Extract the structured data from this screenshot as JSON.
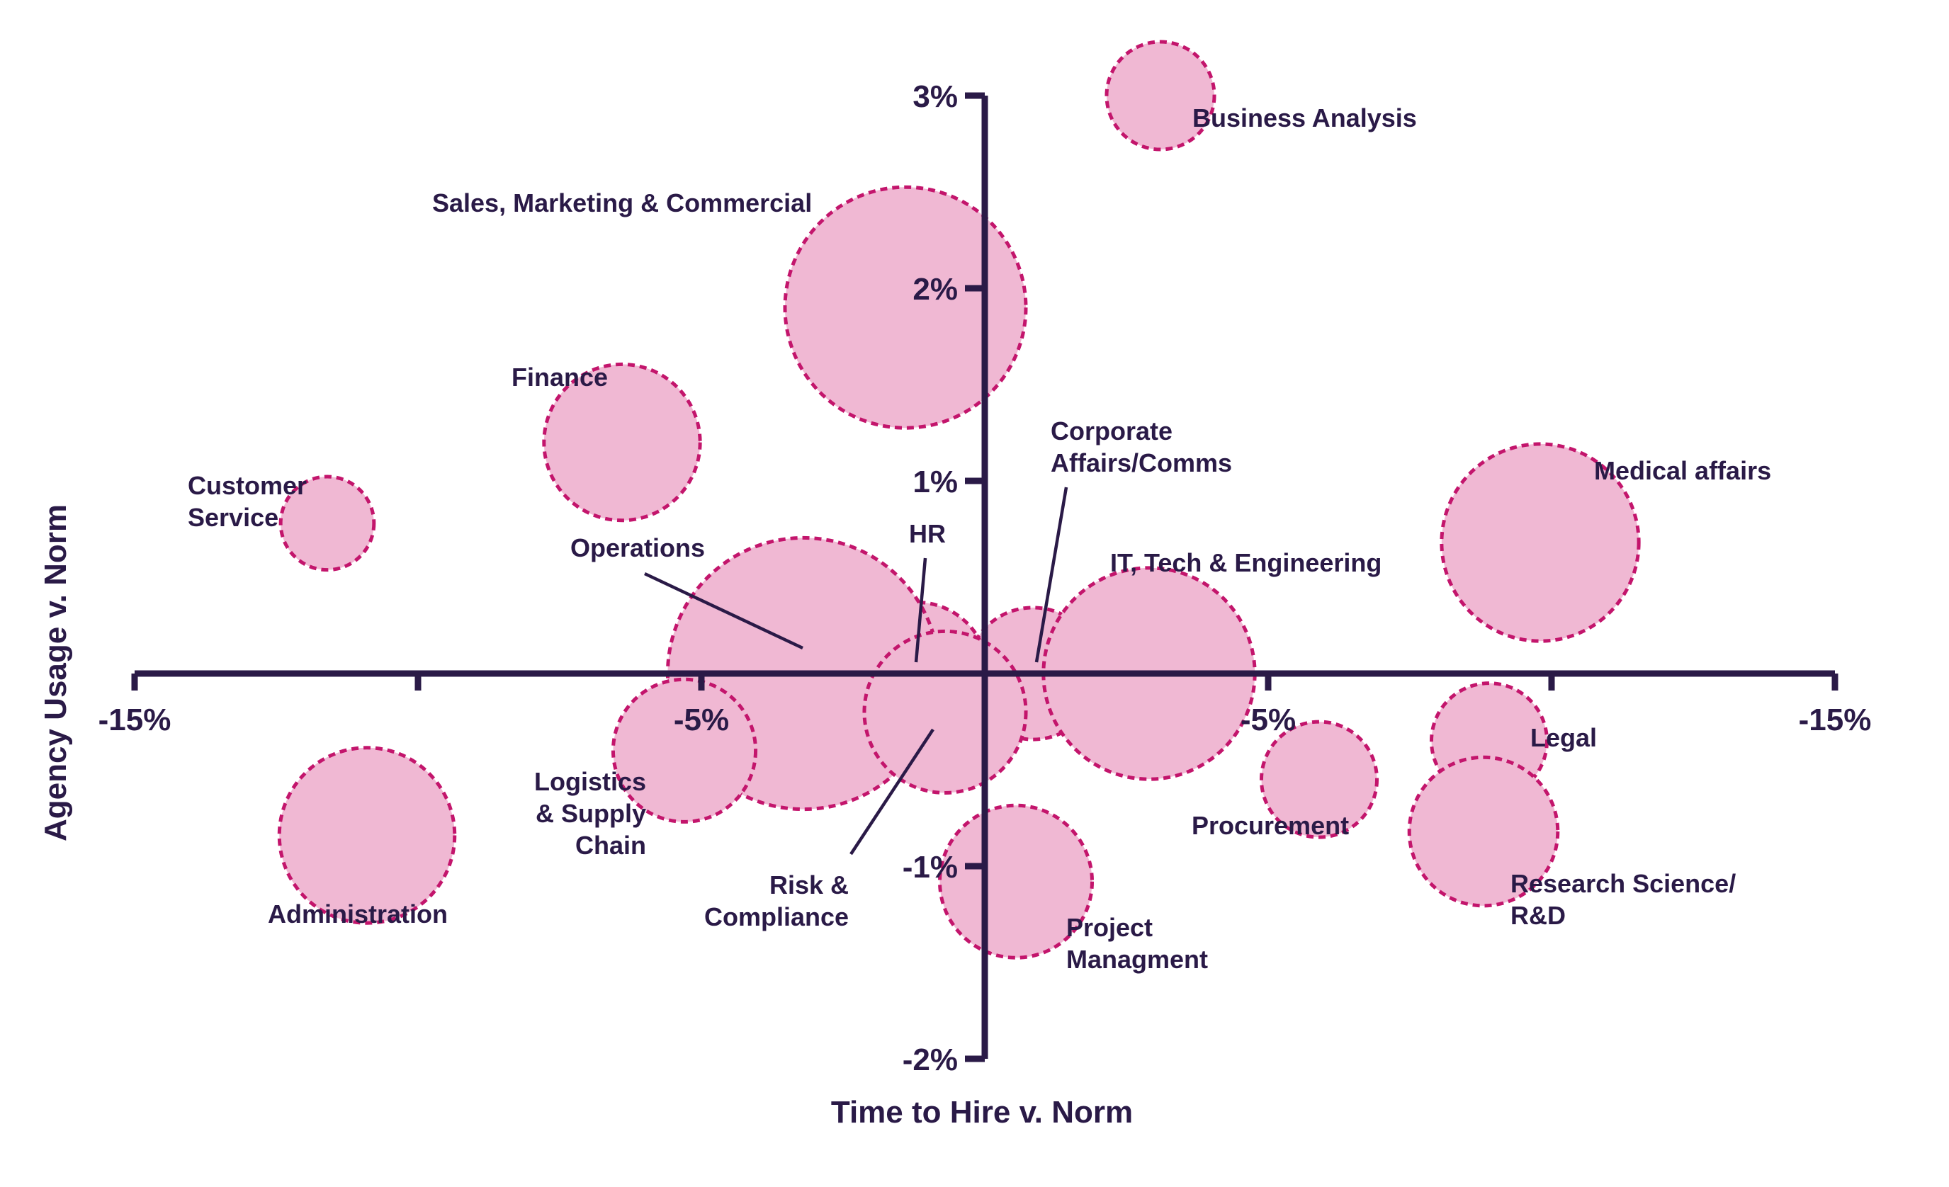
{
  "chart_data": {
    "type": "scatter",
    "subtype": "bubble",
    "xlabel": "Time to Hire v. Norm",
    "ylabel": "Agency Usage v. Norm",
    "xlim": [
      -15,
      15
    ],
    "ylim": [
      -2,
      3
    ],
    "x_ticks": [
      {
        "value": -15,
        "label": "-15%"
      },
      {
        "value": -10,
        "label": ""
      },
      {
        "value": -5,
        "label": "-5%"
      },
      {
        "value": 5,
        "label": "-5%"
      },
      {
        "value": 10,
        "label": ""
      },
      {
        "value": 15,
        "label": "-15%"
      }
    ],
    "y_ticks": [
      {
        "value": 3,
        "label": "3%"
      },
      {
        "value": 2,
        "label": "2%"
      },
      {
        "value": 1,
        "label": "1%"
      },
      {
        "value": -1,
        "label": "-1%"
      },
      {
        "value": -2,
        "label": "-2%"
      }
    ],
    "grid": false,
    "legend": "none",
    "colors": {
      "fill": "#f0b8d3",
      "stroke": "#c3156c",
      "axis": "#2a1a47"
    },
    "points": [
      {
        "name": "Business Analysis",
        "x": 3.1,
        "y": 3.0,
        "size": 0.2
      },
      {
        "name": "Sales, Marketing & Commercial",
        "x": -1.4,
        "y": 1.9,
        "size": 1.0
      },
      {
        "name": "Finance",
        "x": -6.4,
        "y": 1.2,
        "size": 0.42
      },
      {
        "name": "Customer Service",
        "x": -11.6,
        "y": 0.78,
        "size": 0.15
      },
      {
        "name": "Corporate Affairs/Comms",
        "x": 0.85,
        "y": 0.0,
        "size": 0.3
      },
      {
        "name": "Medical affairs",
        "x": 9.8,
        "y": 0.68,
        "size": 0.67
      },
      {
        "name": "HR",
        "x": -1.2,
        "y": 0.0,
        "size": 0.35
      },
      {
        "name": "Operations",
        "x": -3.2,
        "y": 0.0,
        "size": 1.27
      },
      {
        "name": "IT, Tech & Engineering",
        "x": 2.9,
        "y": 0.0,
        "size": 0.77
      },
      {
        "name": "Risk & Compliance",
        "x": -0.7,
        "y": -0.2,
        "size": 0.45
      },
      {
        "name": "Logistics & Supply Chain",
        "x": -5.3,
        "y": -0.4,
        "size": 0.35
      },
      {
        "name": "Legal",
        "x": 8.9,
        "y": -0.35,
        "size": 0.23
      },
      {
        "name": "Procurement",
        "x": 5.9,
        "y": -0.55,
        "size": 0.23
      },
      {
        "name": "Research Science/ R&D",
        "x": 8.8,
        "y": -0.82,
        "size": 0.38
      },
      {
        "name": "Administration",
        "x": -10.9,
        "y": -0.84,
        "size": 0.53
      },
      {
        "name": "Project Managment",
        "x": 0.55,
        "y": -1.08,
        "size": 0.4
      }
    ]
  },
  "labels": [
    {
      "id": "business-analysis",
      "lines": [
        "Business Analysis"
      ]
    },
    {
      "id": "sales-marketing-commercial",
      "lines": [
        "Sales, Marketing & Commercial"
      ]
    },
    {
      "id": "finance",
      "lines": [
        "Finance"
      ]
    },
    {
      "id": "customer-service",
      "lines": [
        "Customer",
        "Service"
      ]
    },
    {
      "id": "corporate-affairs-comms",
      "lines": [
        "Corporate",
        "Affairs/Comms"
      ]
    },
    {
      "id": "medical-affairs",
      "lines": [
        "Medical affairs"
      ]
    },
    {
      "id": "hr",
      "lines": [
        "HR"
      ]
    },
    {
      "id": "operations",
      "lines": [
        "Operations"
      ]
    },
    {
      "id": "it-tech-engineering",
      "lines": [
        "IT, Tech & Engineering"
      ]
    },
    {
      "id": "risk-compliance",
      "lines": [
        "Risk &",
        "Compliance"
      ]
    },
    {
      "id": "logistics-supply-chain",
      "lines": [
        "Logistics",
        "& Supply",
        "Chain"
      ]
    },
    {
      "id": "legal",
      "lines": [
        "Legal"
      ]
    },
    {
      "id": "procurement",
      "lines": [
        "Procurement"
      ]
    },
    {
      "id": "research-science-rd",
      "lines": [
        "Research Science/",
        "R&D"
      ]
    },
    {
      "id": "administration",
      "lines": [
        "Administration"
      ]
    },
    {
      "id": "project-managment",
      "lines": [
        "Project",
        "Managment"
      ]
    }
  ]
}
